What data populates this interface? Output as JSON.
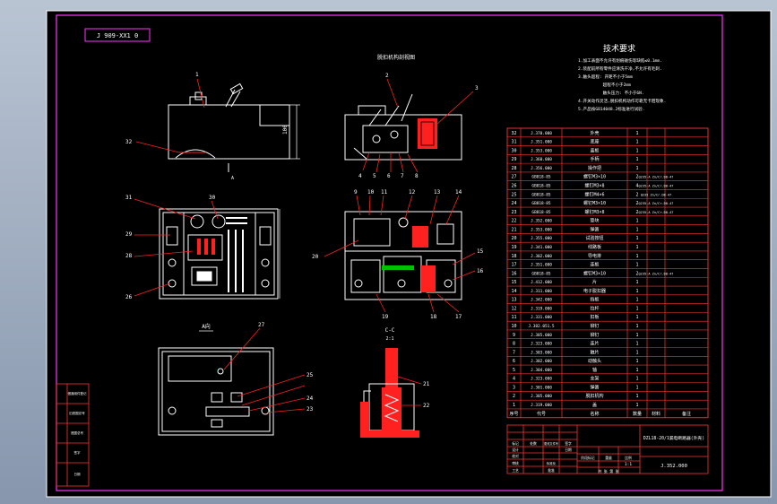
{
  "drawing_number_box": "J 909-XX1 0",
  "tech_requirements": {
    "title": "技术要求",
    "lines": [
      "1.加工表面不允许有划痕碰伤等缺陷≤0.1mm.",
      "2.装配前所有零件应清洗干净,不允许有毛刺.",
      "3.触头超程: 开距不小于5mm",
      "          超程不小于2mm",
      "          触头压力: 不小于6N.",
      "4.开关动作灵活,脱扣机构动作可靠无卡阻现象.",
      "5.产品按GB14048.2标准进行试验."
    ]
  },
  "view_titles": {
    "assembly_section": "脱扣机构剖视图",
    "bottom_view": "A向",
    "section_cc": "C-C",
    "section_scale": "2:1"
  },
  "balloons": {
    "front_view": [
      "1",
      "32"
    ],
    "section_view": [
      "2",
      "3",
      "4",
      "5",
      "6",
      "7",
      "8"
    ],
    "plan_view": [
      "31",
      "30",
      "29",
      "28",
      "26"
    ],
    "internal_view": [
      "9",
      "10",
      "11",
      "12",
      "13",
      "14",
      "15",
      "16",
      "17",
      "18",
      "19",
      "20"
    ],
    "bottom_view": [
      "27",
      "25",
      "24",
      "23"
    ],
    "detail_view": [
      "21",
      "22"
    ]
  },
  "dimensions": {
    "front_height": "100",
    "front_mark": "A"
  },
  "parts_table": {
    "headers": [
      "序号",
      "代号",
      "名称",
      "数量",
      "材料",
      "备注"
    ],
    "rows": [
      [
        "32",
        "J.370.000",
        "外壳",
        "1",
        "",
        ""
      ],
      [
        "31",
        "J.351.000",
        "底座",
        "1",
        "",
        ""
      ],
      [
        "30",
        "J.353.000",
        "盖板",
        "1",
        "",
        ""
      ],
      [
        "29",
        "J.360.000",
        "手柄",
        "1",
        "",
        ""
      ],
      [
        "28",
        "J.356.000",
        "操作把",
        "1",
        "",
        ""
      ],
      [
        "27",
        "GB818-85",
        "螺钉M3×10",
        "2",
        "Q235-A Zn/Cr.D8-47",
        ""
      ],
      [
        "26",
        "GB818-85",
        "螺钉M3×8",
        "4",
        "Q235-A Zn/Cr.D8-47",
        ""
      ],
      [
        "25",
        "GB818-85",
        "螺钉M4×6",
        "2",
        "Q235 Zn/Cr.D8-47",
        ""
      ],
      [
        "24",
        "GB818-85",
        "螺钉M3×10",
        "2",
        "Q235-A Zn/Cr.D8-47",
        ""
      ],
      [
        "23",
        "GB818-85",
        "螺钉M3×8",
        "2",
        "Q235-A Zn/Cr.D8-47",
        ""
      ],
      [
        "22",
        "J.352.000",
        "垫块",
        "1",
        "",
        ""
      ],
      [
        "21",
        "J.353.000",
        "弹簧",
        "1",
        "",
        ""
      ],
      [
        "20",
        "J.355.000",
        "试验按钮",
        "1",
        "",
        ""
      ],
      [
        "19",
        "J.341.000",
        "线路板",
        "1",
        "",
        ""
      ],
      [
        "18",
        "J.302.000",
        "导电排",
        "1",
        "",
        ""
      ],
      [
        "17",
        "J.351.000",
        "连板",
        "1",
        "",
        ""
      ],
      [
        "16",
        "GB818-85",
        "螺钉M3×10",
        "2",
        "Q235-A Zn/Cr.D8-47",
        ""
      ],
      [
        "15",
        "J.412.000",
        "片",
        "1",
        "",
        ""
      ],
      [
        "14",
        "J.311.000",
        "电子脱扣器",
        "1",
        "",
        ""
      ],
      [
        "13",
        "J.342.000",
        "挡板",
        "1",
        "",
        ""
      ],
      [
        "12",
        "J.319.000",
        "拉杆",
        "1",
        "",
        ""
      ],
      [
        "11",
        "J.331.000",
        "扣板",
        "1",
        "",
        ""
      ],
      [
        "10",
        "J.382.051.5",
        "铆钉",
        "1",
        "",
        ""
      ],
      [
        "9",
        "J.385.000",
        "铆钉",
        "1",
        "",
        ""
      ],
      [
        "8",
        "J.323.000",
        "连片",
        "1",
        "",
        ""
      ],
      [
        "7",
        "J.303.000",
        "触片",
        "1",
        "",
        ""
      ],
      [
        "6",
        "J.302.000",
        "动触头",
        "1",
        "",
        ""
      ],
      [
        "5",
        "J.304.000",
        "轴",
        "1",
        "",
        ""
      ],
      [
        "4",
        "J.323.000",
        "支架",
        "1",
        "",
        ""
      ],
      [
        "3",
        "J.301.000",
        "弹簧",
        "1",
        "",
        ""
      ],
      [
        "2",
        "J.305.000",
        "脱扣机构",
        "1",
        "",
        ""
      ],
      [
        "1",
        "J.319.000",
        "盖",
        "1",
        "",
        ""
      ]
    ]
  },
  "title_block": {
    "product": "DZL18-20/1漏电断路器(外壳)",
    "drawing_no": "J.352.000",
    "scale": "1:1",
    "labels": [
      "标记",
      "处数",
      "更改文件号",
      "签字",
      "日期"
    ],
    "left_labels": [
      "设计",
      "校对",
      "审核",
      "工艺",
      "标准化",
      "批准"
    ],
    "stage_labels": [
      "阶段标记",
      "重量",
      "比例"
    ],
    "sheet_text": "共 张 第 张"
  },
  "side_strip": [
    "借通用件登记",
    "旧底图总号",
    "底图总号",
    "签字",
    "日期"
  ],
  "colors": {
    "background": "#000000",
    "outer_frame": "#ffffff",
    "inner_frame": "#ff00ff",
    "table_lines": "#ff3333",
    "text": "#ffffff",
    "leaders": "#ff2020",
    "hatch": "#ff2020",
    "dim": "#ffffff"
  }
}
